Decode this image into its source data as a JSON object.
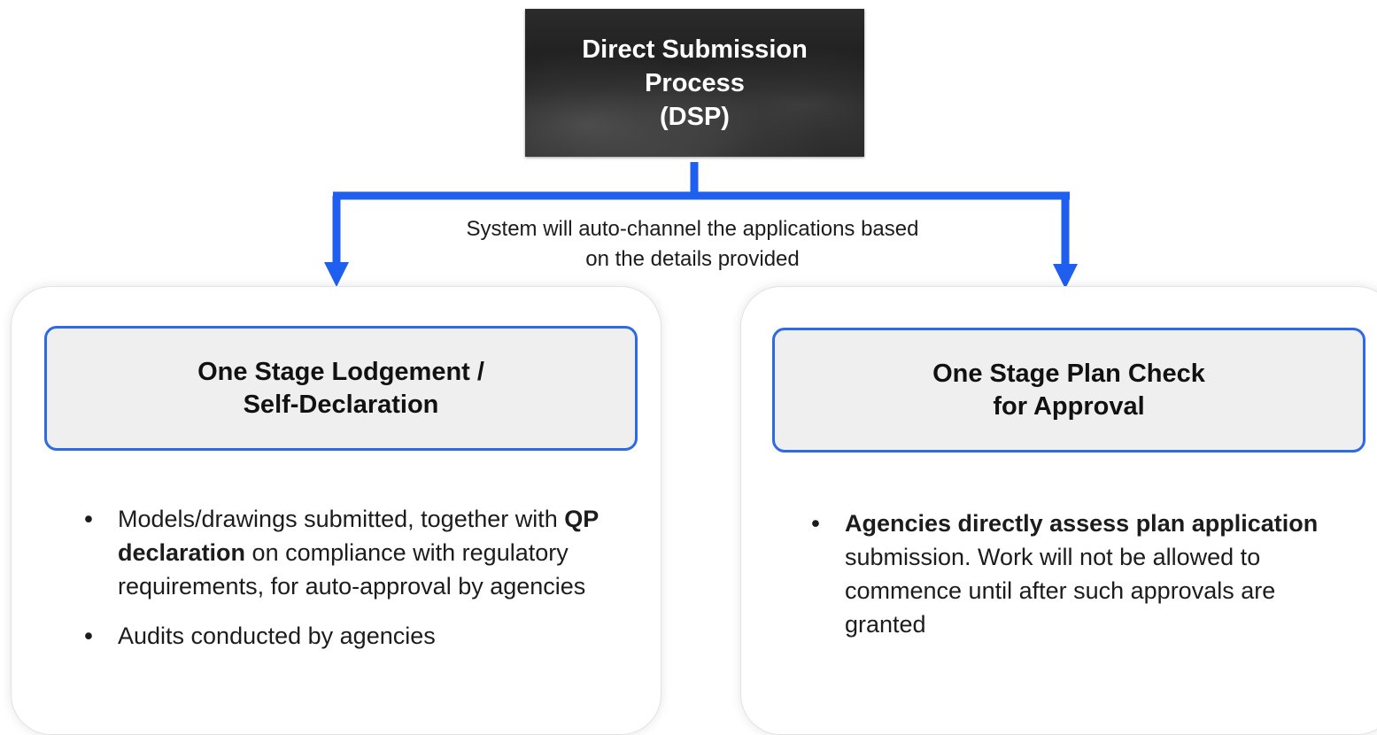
{
  "title": {
    "lines": [
      "Direct Submission",
      "Process",
      "(DSP)"
    ]
  },
  "connector_label": {
    "lines": [
      "System will auto-channel the applications based",
      "on the details provided"
    ]
  },
  "left_panel": {
    "heading_lines": [
      "One Stage Lodgement /",
      "Self-Declaration"
    ],
    "bullets": [
      {
        "before": "Models/drawings submitted, together with ",
        "bold": "QP declaration",
        "after": " on compliance with regulatory requirements, for auto-approval by agencies"
      },
      {
        "before": "Audits conducted by agencies",
        "bold": "",
        "after": ""
      }
    ]
  },
  "right_panel": {
    "heading_lines": [
      "One Stage Plan Check",
      "for Approval"
    ],
    "bullets": [
      {
        "before": "",
        "bold": "Agencies directly assess plan application",
        "after": " submission. Work will not be allowed to commence until after such approvals are granted"
      }
    ]
  },
  "bullet_glyph": "•",
  "colors": {
    "arrow": "#1f5ff0",
    "heading_border": "#2d6ae3",
    "heading_fill": "#efefef",
    "title_background": "#1e1e1e"
  }
}
